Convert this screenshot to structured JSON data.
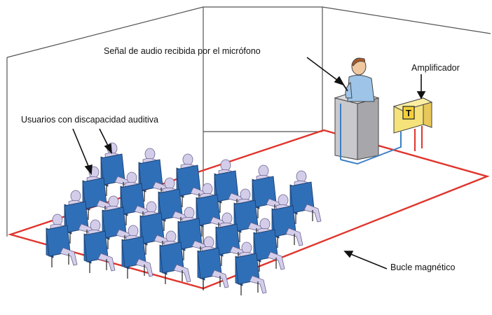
{
  "labels": {
    "microphone": "Señal de audio recibida por el micrófono",
    "users": "Usuarios con discapacidad auditiva",
    "amplifier": "Amplificador",
    "amplifier_symbol": "T",
    "loop": "Bucle magnético"
  },
  "colors": {
    "loop_wire": "#e0342c",
    "signal_wire": "#3b7fc4",
    "chair": "#2f6fb8",
    "person": "#d4cdea",
    "amplifier_box": "#f6e27a",
    "podium": "#b8b8bc",
    "outline": "#333333"
  },
  "audience": {
    "rows": 4,
    "seats_per_row": 6
  }
}
